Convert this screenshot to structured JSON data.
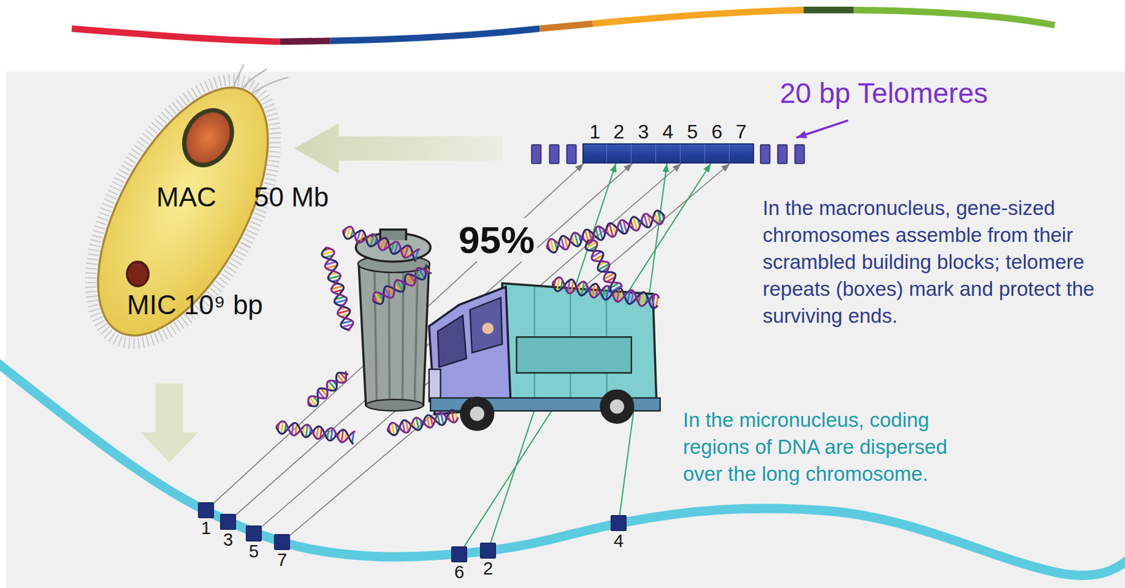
{
  "diagram": {
    "nodes": [
      {
        "text": [
          "1"
        ]
      },
      {
        "text": [
          "2"
        ]
      },
      {
        "text": [
          "3"
        ]
      },
      {
        "text": [
          "4"
        ]
      },
      {
        "text": [
          "5"
        ]
      },
      {
        "text": [
          "6"
        ]
      },
      {
        "text": [
          "7"
        ]
      },
      {
        "text": [
          "1"
        ]
      },
      {
        "text": [
          "3"
        ]
      },
      {
        "text": [
          "5"
        ]
      },
      {
        "text": [
          "7"
        ]
      },
      {
        "text": [
          "6"
        ]
      },
      {
        "text": [
          "2"
        ]
      },
      {
        "text": [
          "4"
        ]
      }
    ],
    "edges": [
      {
        "from": 7,
        "to": 0,
        "arrow": "to"
      },
      {
        "from": 8,
        "to": 2,
        "arrow": "to"
      },
      {
        "from": 9,
        "to": 4,
        "arrow": "to"
      },
      {
        "from": 10,
        "to": 6,
        "arrow": "to"
      },
      {
        "from": 11,
        "to": 5,
        "arrow": "to"
      },
      {
        "from": 12,
        "to": 1,
        "arrow": "to"
      },
      {
        "from": 13,
        "to": 3,
        "arrow": "to"
      }
    ],
    "labels": [
      "20 bp Telomeres",
      "MAC",
      "50 Mb",
      "95%",
      "In the macronucleus, gene-sized chromosomes assemble from their scrambled building blocks; telomere repeats (boxes) mark and protect the surviving ends.",
      "MIC 10⁹ bp",
      "In the micronucleus, coding regions of DNA are dispersed over the long chromosome."
    ]
  }
}
